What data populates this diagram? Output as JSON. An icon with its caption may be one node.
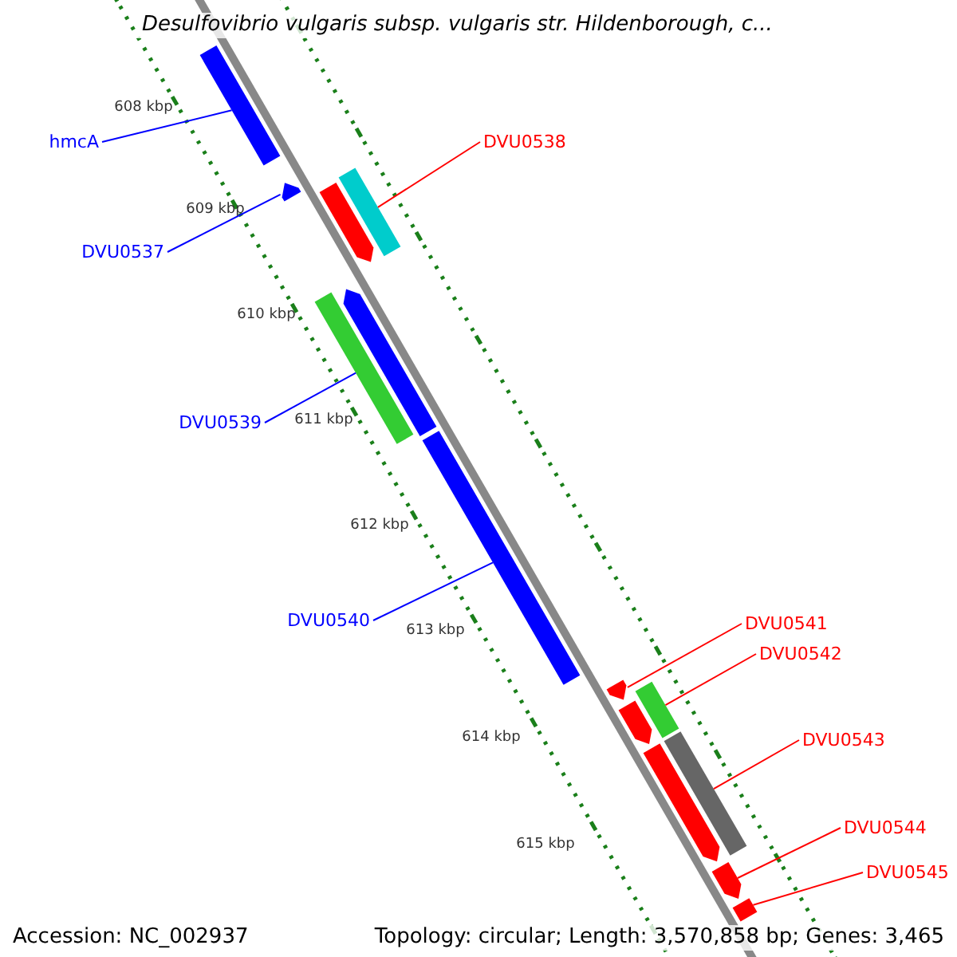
{
  "diagram": {
    "title": "Desulfovibrio vulgaris subsp. vulgaris str. Hildenborough, c...",
    "nodes": [
      {
        "text": [],
        "shape": "bar"
      },
      {
        "text": [],
        "shape": "bar"
      },
      {
        "text": [],
        "shape": "bar"
      },
      {
        "text": [],
        "shape": "bar"
      },
      {
        "text": [],
        "shape": "bar"
      },
      {
        "text": [],
        "shape": "bar"
      },
      {
        "text": [],
        "shape": "bar"
      },
      {
        "text": [],
        "shape": "bar"
      },
      {
        "text": [],
        "shape": "bar"
      },
      {
        "text": [],
        "shape": "bar"
      },
      {
        "text": [],
        "shape": "bar"
      },
      {
        "text": [],
        "shape": "bar"
      },
      {
        "text": [],
        "shape": "bar"
      },
      {
        "text": [],
        "shape": "bar"
      },
      {
        "text": [
          "hmcA"
        ]
      },
      {
        "text": [
          "DVU0537"
        ]
      },
      {
        "text": [
          "DVU0538"
        ]
      },
      {
        "text": [
          "DVU0539"
        ]
      },
      {
        "text": [
          "DVU0540"
        ]
      },
      {
        "text": [
          "DVU0541"
        ]
      },
      {
        "text": [
          "DVU0542"
        ]
      },
      {
        "text": [
          "DVU0543"
        ]
      },
      {
        "text": [
          "DVU0544"
        ]
      },
      {
        "text": [
          "DVU0545"
        ]
      }
    ],
    "edges": [
      {
        "from": 14,
        "to": 0,
        "arrow": "none",
        "color": "#0000ff"
      },
      {
        "from": 15,
        "to": 1,
        "arrow": "none",
        "color": "#0000ff"
      },
      {
        "from": 16,
        "to": 3,
        "arrow": "none"
      },
      {
        "from": 17,
        "to": 4,
        "arrow": "none",
        "color": "#0000ff"
      },
      {
        "from": 18,
        "to": 6,
        "arrow": "none",
        "color": "#0000ff"
      },
      {
        "from": 19,
        "to": 7,
        "arrow": "none"
      },
      {
        "from": 20,
        "to": 9,
        "arrow": "none"
      },
      {
        "from": 21,
        "to": 11,
        "arrow": "none"
      },
      {
        "from": 22,
        "to": 12,
        "arrow": "none"
      },
      {
        "from": 23,
        "to": 13,
        "arrow": "none"
      }
    ],
    "labels": [
      "608 kbp",
      "609 kbp",
      "610 kbp",
      "611 kbp",
      "612 kbp",
      "613 kbp",
      "614 kbp",
      "615 kbp",
      "Accession: NC_002937",
      "Topology: circular; Length: 3,570,858 bp; Genes: 3,465"
    ]
  }
}
